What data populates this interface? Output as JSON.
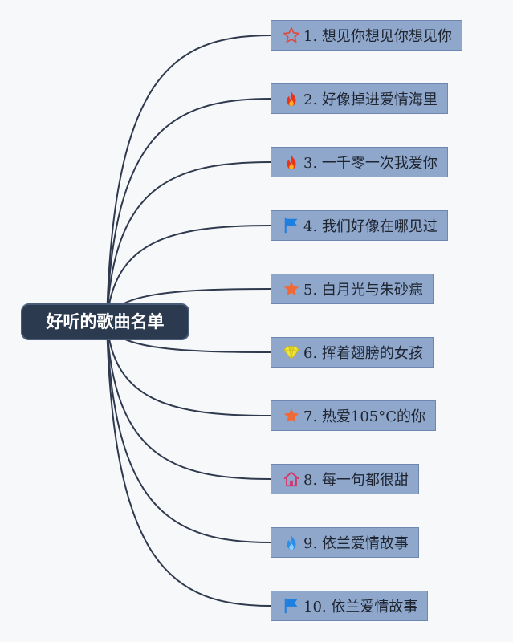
{
  "root": {
    "title": "好听的歌曲名单"
  },
  "colors": {
    "root_bg": "#2b3a4f",
    "node_bg": "#8fa7cb",
    "connector": "#2f3a4f"
  },
  "songs": [
    {
      "label": "1. 想见你想见你想见你",
      "icon": "star-outline-icon",
      "icon_color": "#e04a3f"
    },
    {
      "label": "2. 好像掉进爱情海里",
      "icon": "fire-icon",
      "icon_color": "#e8341c"
    },
    {
      "label": "3. 一千零一次我爱你",
      "icon": "fire-icon",
      "icon_color": "#e8341c"
    },
    {
      "label": "4. 我们好像在哪见过",
      "icon": "flag-icon",
      "icon_color": "#1d7fe0"
    },
    {
      "label": "5. 白月光与朱砂痣",
      "icon": "star-icon",
      "icon_color": "#ef6a36"
    },
    {
      "label": "6. 挥着翅膀的女孩",
      "icon": "diamond-icon",
      "icon_color": "#f2e63a"
    },
    {
      "label": "7. 热爱105°C的你",
      "icon": "star-icon",
      "icon_color": "#ef6a36"
    },
    {
      "label": "8. 每一句都很甜",
      "icon": "house-icon",
      "icon_color": "#d6326b"
    },
    {
      "label": "9. 依兰爱情故事",
      "icon": "water-flame-icon",
      "icon_color": "#2b8fe8"
    },
    {
      "label": "10. 依兰爱情故事",
      "icon": "flag-icon",
      "icon_color": "#1d7fe0"
    }
  ]
}
